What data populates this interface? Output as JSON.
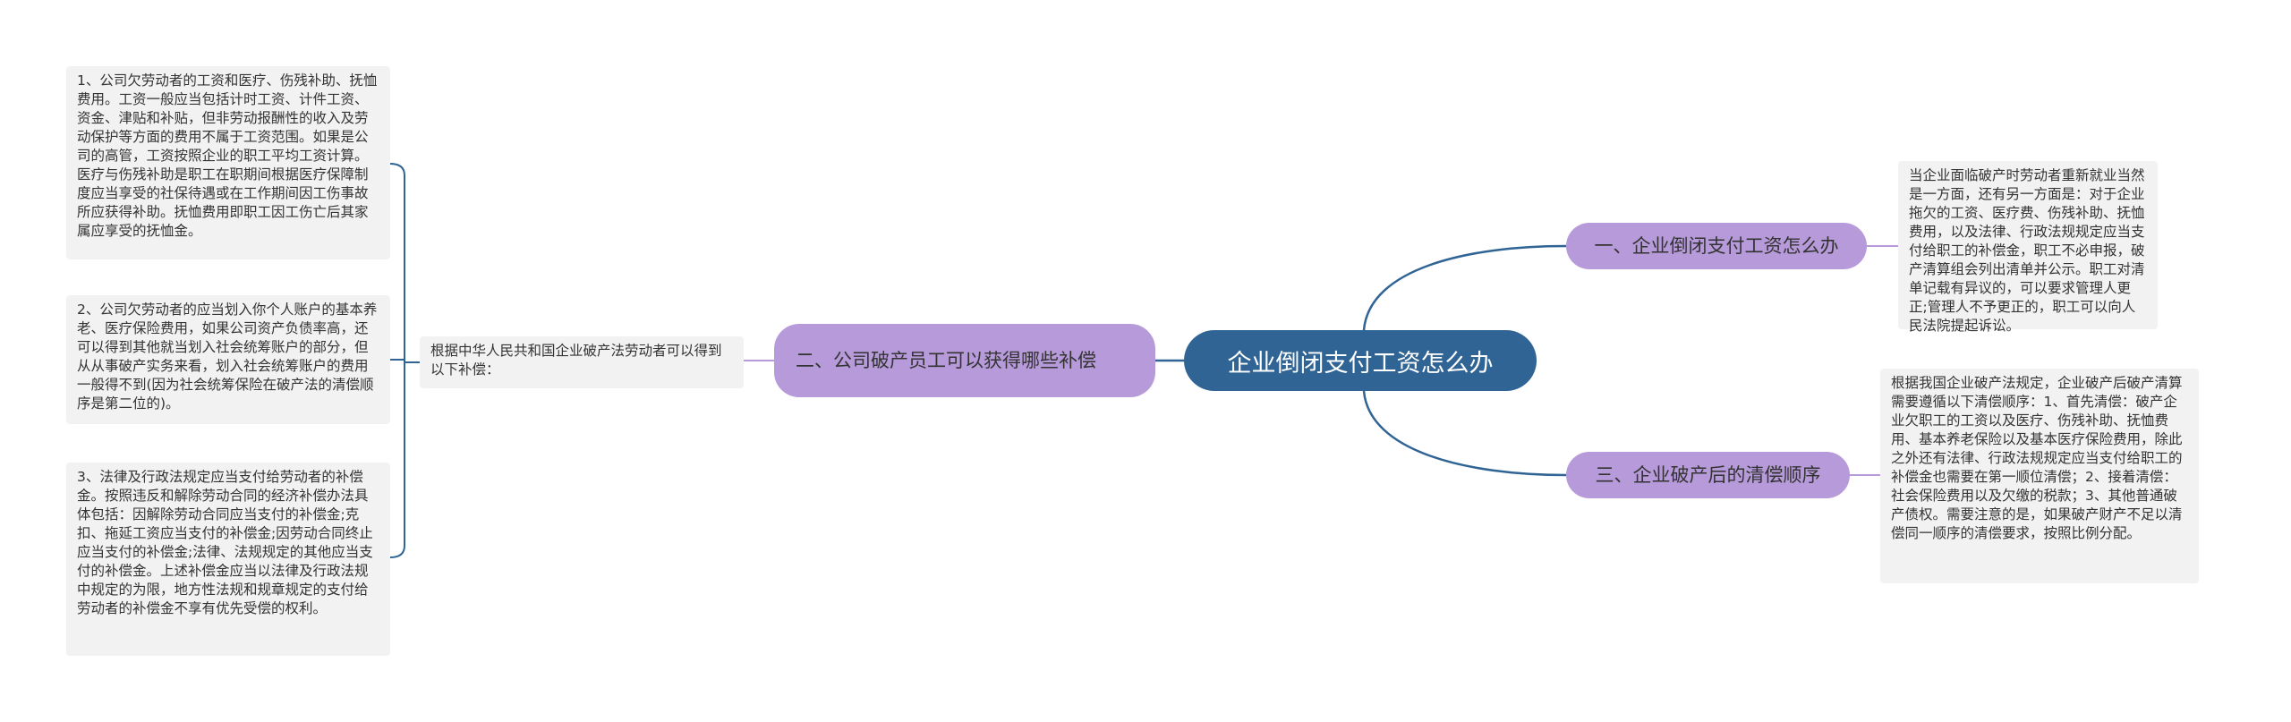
{
  "mindmap": {
    "root": "企业倒闭支付工资怎么办",
    "branches": [
      {
        "label": "一、企业倒闭支付工资怎么办",
        "detail": "当企业面临破产时劳动者重新就业当然是一方面，还有另一方面是：对于企业拖欠的工资、医疗费、伤残补助、抚恤费用，以及法律、行政法规规定应当支付给职工的补偿金，职工不必申报，破产清算组会列出清单并公示。职工对清单记载有异议的，可以要求管理人更正;管理人不予更正的，职工可以向人民法院提起诉讼。"
      },
      {
        "label": "二、公司破产员工可以获得哪些补偿",
        "intro": "根据中华人民共和国企业破产法劳动者可以得到以下补偿：",
        "items": [
          "1、公司欠劳动者的工资和医疗、伤残补助、抚恤费用。工资一般应当包括计时工资、计件工资、资金、津贴和补贴，但非劳动报酬性的收入及劳动保护等方面的费用不属于工资范围。如果是公司的高管，工资按照企业的职工平均工资计算。医疗与伤残补助是职工在职期间根据医疗保障制度应当享受的社保待遇或在工作期间因工伤事故所应获得补助。抚恤费用即职工因工伤亡后其家属应享受的抚恤金。",
          "2、公司欠劳动者的应当划入你个人账户的基本养老、医疗保险费用，如果公司资产负债率高，还可以得到其他就当划入社会统筹账户的部分，但从从事破产实务来看，划入社会统筹账户的费用一般得不到(因为社会统筹保险在破产法的清偿顺序是第二位的)。",
          "3、法律及行政法规定应当支付给劳动者的补偿金。按照违反和解除劳动合同的经济补偿办法具体包括：因解除劳动合同应当支付的补偿金;克扣、拖延工资应当支付的补偿金;因劳动合同终止应当支付的补偿金;法律、法规规定的其他应当支付的补偿金。上述补偿金应当以法律及行政法规中规定的为限，地方性法规和规章规定的支付给劳动者的补偿金不享有优先受偿的权利。"
        ]
      },
      {
        "label": "三、企业破产后的清偿顺序",
        "detail": "根据我国企业破产法规定，企业破产后破产清算需要遵循以下清偿顺序：1、首先清偿：破产企业欠职工的工资以及医疗、伤残补助、抚恤费用、基本养老保险以及基本医疗保险费用，除此之外还有法律、行政法规规定应当支付给职工的补偿金也需要在第一顺位清偿；2、接着清偿：社会保险费用以及欠缴的税款；3、其他普通破产债权。需要注意的是，如果破产财产不足以清偿同一顺序的清偿要求，按照比例分配。"
      }
    ]
  },
  "colors": {
    "root_fill": "#2f6494",
    "branch_fill": "#b79ad9",
    "leaf_fill": "#f2f2f2",
    "line": "#2f6494"
  }
}
